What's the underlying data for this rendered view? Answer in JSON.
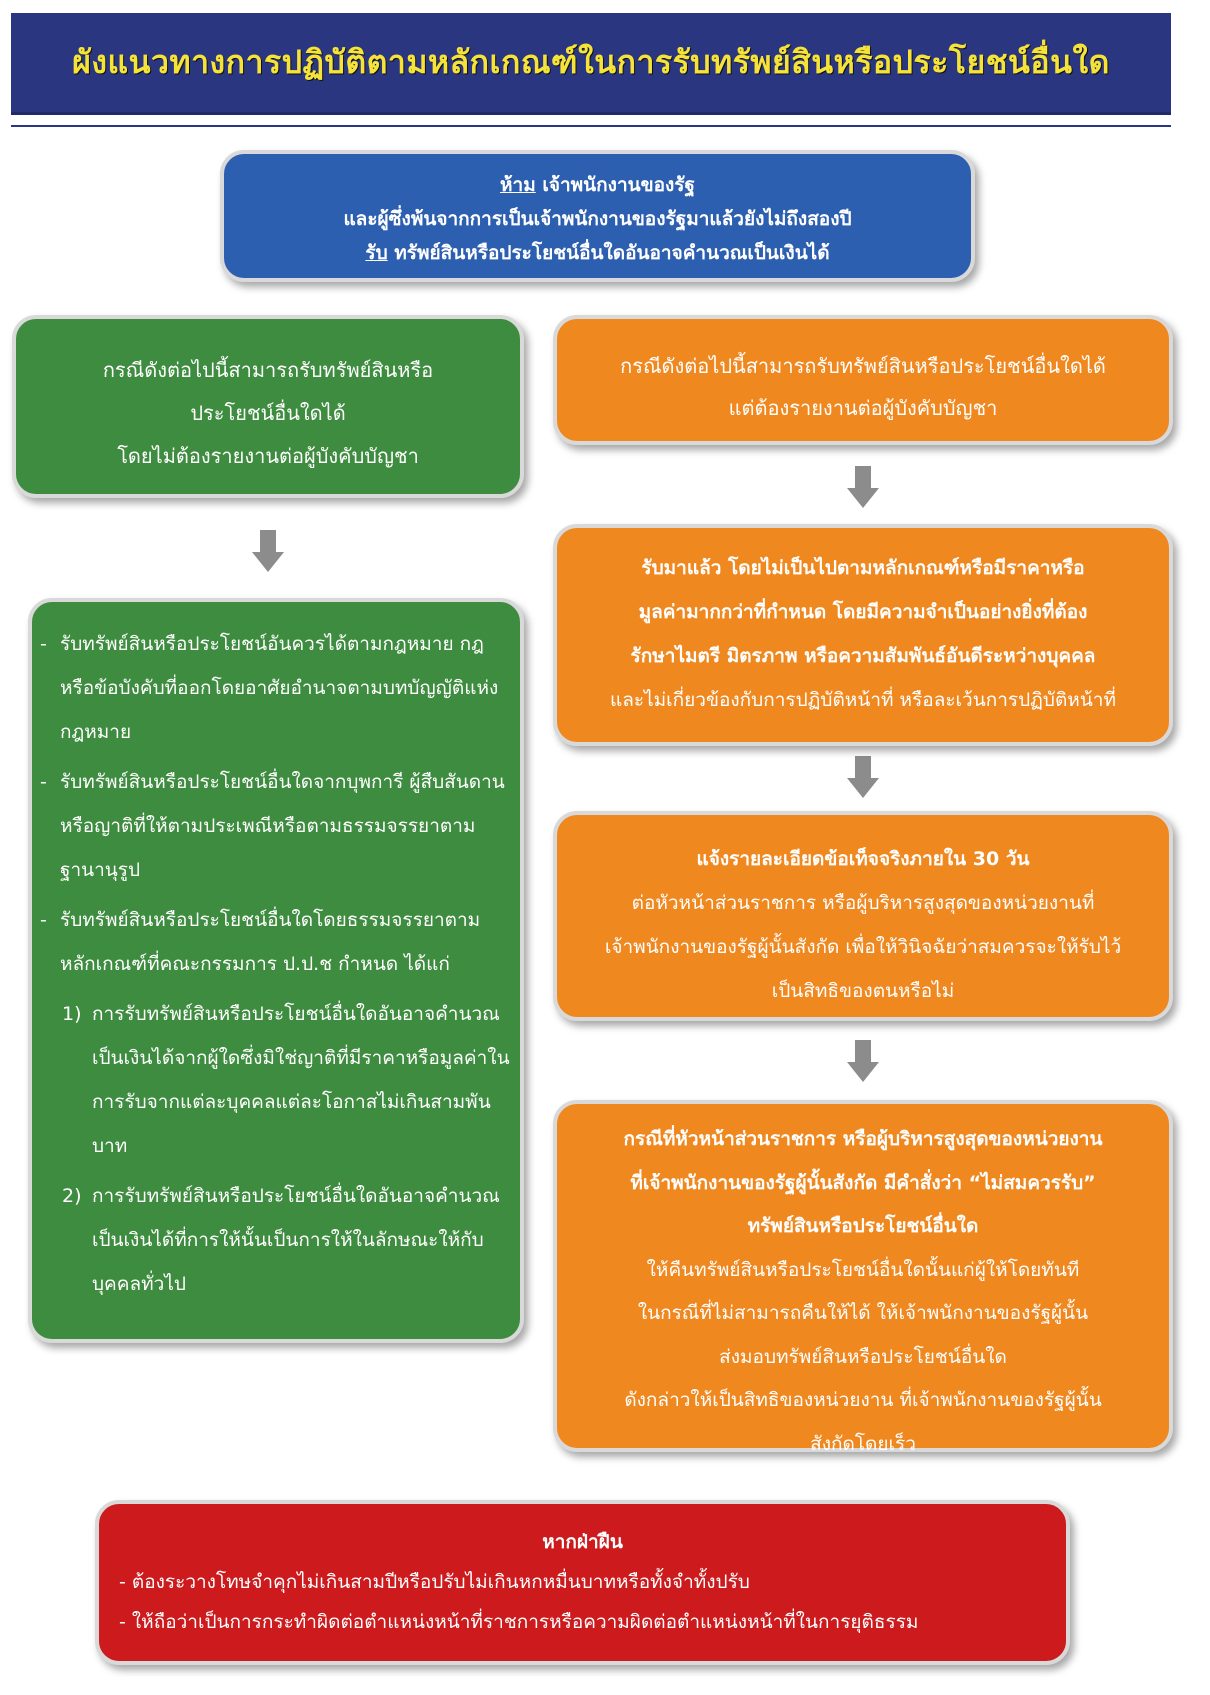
{
  "header": {
    "title": "ผังแนวทางการปฏิบัติตามหลักเกณฑ์ในการรับทรัพย์สินหรือประโยชน์อื่นใด"
  },
  "top_box": {
    "prohibit_word": "ห้าม",
    "line1_rest": " เจ้าพนักงานของรัฐ",
    "line2": "และผู้ซึ่งพ้นจากการเป็นเจ้าพนักงานของรัฐมาแล้วยังไม่ถึงสองปี",
    "receive_word": "รับ",
    "line3_rest": " ทรัพย์สินหรือประโยชน์อื่นใดอันอาจคำนวณเป็นเงินได้"
  },
  "green_header": {
    "lines": [
      "กรณีดังต่อไปนี้สามารถรับทรัพย์สินหรือ",
      "ประโยชน์อื่นใดได้",
      "โดยไม่ต้องรายงานต่อผู้บังคับบัญชา"
    ]
  },
  "orange_header": {
    "lines": [
      "กรณีดังต่อไปนี้สามารถรับทรัพย์สินหรือประโยชน์อื่นใดได้",
      "แต่ต้องรายงานต่อผู้บังคับบัญชา"
    ]
  },
  "green_list": {
    "bullets": [
      {
        "dash": "-",
        "text": "รับทรัพย์สินหรือประโยชน์อันควรได้ตามกฎหมาย กฎ หรือข้อบังคับที่ออกโดยอาศัยอำนาจตามบทบัญญัติแห่งกฎหมาย"
      },
      {
        "dash": "-",
        "text": "รับทรัพย์สินหรือประโยชน์อื่นใดจากบุพการี ผู้สืบสันดาน หรือญาติที่ให้ตามประเพณีหรือตามธรรมจรรยาตามฐานานุรูป"
      },
      {
        "dash": "-",
        "text": "รับทรัพย์สินหรือประโยชน์อื่นใดโดยธรรมจรรยาตามหลักเกณฑ์ที่คณะกรรมการ ป.ป.ช กำหนด ได้แก่"
      }
    ],
    "numbered": [
      {
        "n": "1)",
        "text": "การรับทรัพย์สินหรือประโยชน์อื่นใดอันอาจคำนวณเป็นเงินได้จากผู้ใดซึ่งมิใช่ญาติที่มีราคาหรือมูลค่าในการรับจากแต่ละบุคคลแต่ละโอกาสไม่เกินสามพันบาท"
      },
      {
        "n": "2)",
        "text": "การรับทรัพย์สินหรือประโยชน์อื่นใดอันอาจคำนวณเป็นเงินได้ที่การให้นั้นเป็นการให้ในลักษณะให้กับบุคคลทั่วไป"
      }
    ]
  },
  "orange_step1": {
    "bold_lines": [
      "รับมาแล้ว โดยไม่เป็นไปตามหลักเกณฑ์หรือมีราคาหรือ",
      "มูลค่ามากกว่าที่กำหนด โดยมีความจำเป็นอย่างยิ่งที่ต้อง",
      "รักษาไมตรี มิตรภาพ หรือความสัมพันธ์อันดีระหว่างบุคคล"
    ],
    "lines": [
      "และไม่เกี่ยวข้องกับการปฏิบัติหน้าที่ หรือละเว้นการปฏิบัติหน้าที่"
    ]
  },
  "orange_step2": {
    "bold_lines": [
      "แจ้งรายละเอียดข้อเท็จจริงภายใน 30 วัน"
    ],
    "lines": [
      "ต่อหัวหน้าส่วนราชการ หรือผู้บริหารสูงสุดของหน่วยงานที่",
      "เจ้าพนักงานของรัฐผู้นั้นสังกัด เพื่อให้วินิจฉัยว่าสมควรจะให้รับไว้",
      "เป็นสิทธิของตนหรือไม่"
    ]
  },
  "orange_step3": {
    "bold_lines": [
      "กรณีที่หัวหน้าส่วนราชการ หรือผู้บริหารสูงสุดของหน่วยงาน",
      "ที่เจ้าพนักงานของรัฐผู้นั้นสังกัด มีคำสั่งว่า “ไม่สมควรรับ”",
      "ทรัพย์สินหรือประโยชน์อื่นใด"
    ],
    "lines": [
      "ให้คืนทรัพย์สินหรือประโยชน์อื่นใดนั้นแก่ผู้ให้โดยทันที",
      "ในกรณีที่ไม่สามารถคืนให้ได้ ให้เจ้าพนักงานของรัฐผู้นั้น",
      "ส่งมอบทรัพย์สินหรือประโยชน์อื่นใด",
      "ดังกล่าวให้เป็นสิทธิของหน่วยงาน ที่เจ้าพนักงานของรัฐผู้นั้น",
      "สังกัดโดยเร็ว"
    ]
  },
  "red_box": {
    "title": "หากฝ่าฝืน",
    "items": [
      "- ต้องระวางโทษจำคุกไม่เกินสามปีหรือปรับไม่เกินหกหมื่นบาทหรือทั้งจำทั้งปรับ",
      "- ให้ถือว่าเป็นการกระทำผิดต่อตำแหน่งหน้าที่ราชการหรือความผิดต่อตำแหน่งหน้าที่ในการยุติธรรม"
    ]
  },
  "colors": {
    "header_bg": "#2a3680",
    "header_text": "#f5e33a",
    "blue_box": "#2d5fb0",
    "green_box": "#3e8c3f",
    "orange_box": "#f08820",
    "red_box": "#cc1a1d",
    "arrow": "#8c8c8c"
  },
  "icons": {
    "arrow": "down-arrow-icon"
  }
}
